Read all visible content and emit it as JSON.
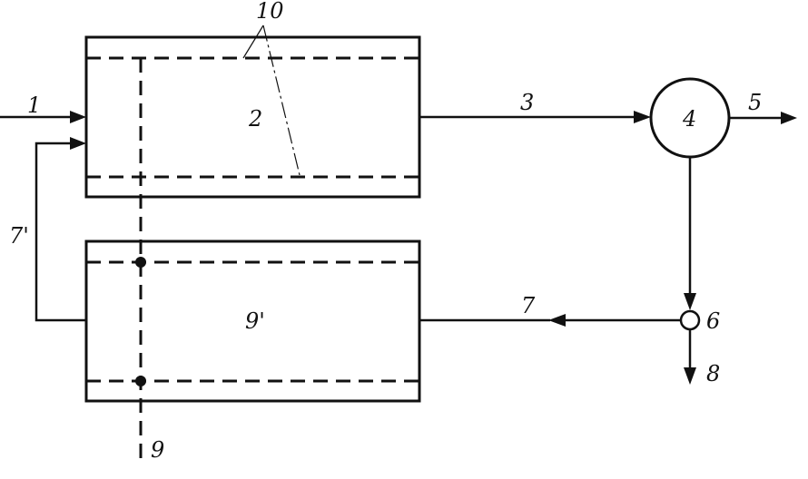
{
  "diagram": {
    "labels": {
      "stream_1": "1",
      "unit_2": "2",
      "stream_3": "3",
      "unit_4": "4",
      "stream_5": "5",
      "node_6": "6",
      "stream_7": "7",
      "stream_7_prime": "7'",
      "stream_8": "8",
      "stream_9": "9",
      "unit_9_prime": "9'",
      "item_10": "10"
    }
  }
}
